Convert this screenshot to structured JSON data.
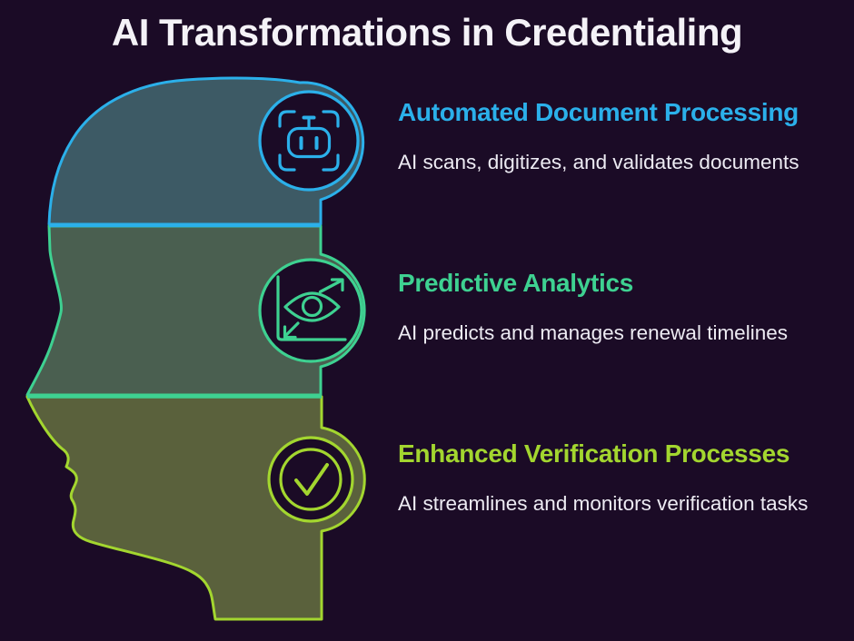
{
  "title": "AI Transformations in Credentialing",
  "items": [
    {
      "heading": "Automated Document Processing",
      "description": "AI scans, digitizes, and validates documents",
      "icon": "document-scan-robot-icon",
      "accent": "#2BB0EA",
      "section_fill": "#3D5A65"
    },
    {
      "heading": "Predictive Analytics",
      "description": "AI predicts and manages renewal timelines",
      "icon": "predictive-analytics-eye-icon",
      "accent": "#3ED191",
      "section_fill": "#4A5F50"
    },
    {
      "heading": "Enhanced Verification Processes",
      "description": "AI streamlines and monitors verification tasks",
      "icon": "check-circle-icon",
      "accent": "#A3D62F",
      "section_fill": "#5A613C"
    }
  ],
  "colors": {
    "background": "#1B0B26",
    "title_text": "#F4F2F7",
    "body_text": "#EDEBF3"
  }
}
